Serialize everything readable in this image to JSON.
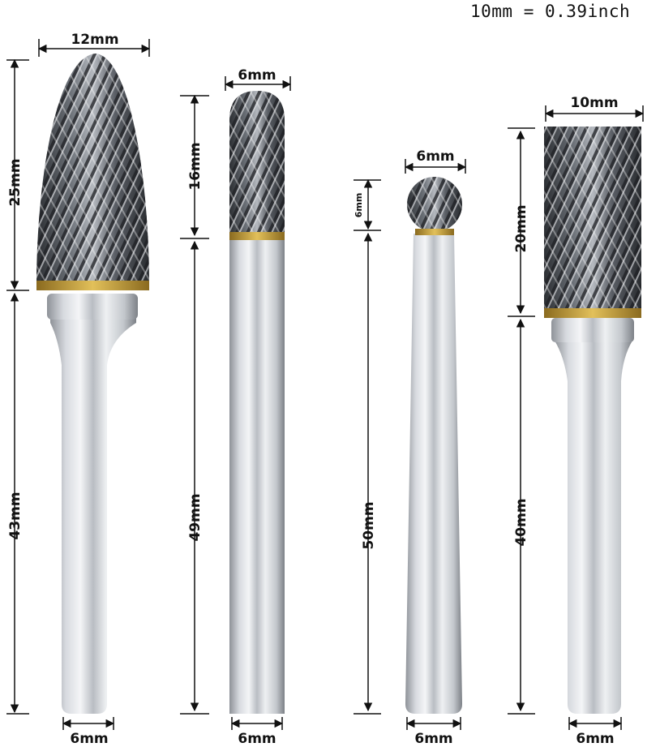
{
  "conversion_note": "10mm = 0.39inch",
  "burrs": [
    {
      "name": "tree-burr",
      "head_width": "12mm",
      "head_length": "25mm",
      "shank_length": "43mm",
      "shank_diameter": "6mm"
    },
    {
      "name": "cylinder-ball-nose-burr",
      "head_width": "6mm",
      "head_length": "16mm",
      "shank_length": "49mm",
      "shank_diameter": "6mm"
    },
    {
      "name": "ball-burr",
      "head_width": "6mm",
      "head_length": "6mm",
      "shank_length": "50mm",
      "shank_diameter": "6mm"
    },
    {
      "name": "cylinder-burr",
      "head_width": "10mm",
      "head_length": "20mm",
      "shank_length": "40mm",
      "shank_diameter": "6mm"
    }
  ],
  "colors": {
    "carbide_dark": "#3a3d42",
    "carbide_light": "#c9ccd1",
    "brass": "#c9a13b",
    "steel_light": "#f1f2f4",
    "steel_dark": "#8e9298",
    "dimension_line": "#111111"
  }
}
